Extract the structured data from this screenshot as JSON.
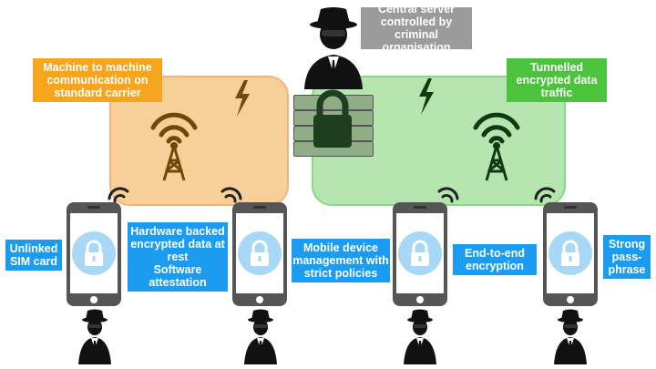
{
  "server_label": [
    "Central server",
    "controlled by",
    "criminal organisation"
  ],
  "carrier_label": [
    "Machine to machine",
    "communication on",
    "standard carrier"
  ],
  "tunnel_label": [
    "Tunnelled",
    "encrypted data",
    "traffic"
  ],
  "phone_labels": [
    [
      "Unlinked",
      "SIM card"
    ],
    [
      "Hardware backed",
      "encrypted data at",
      "rest",
      "Software",
      "attestation"
    ],
    [
      "Mobile device",
      "management with",
      "strict policies"
    ],
    [
      "End-to-end",
      "encryption"
    ],
    [
      "Strong",
      "pass-",
      "phrase"
    ]
  ],
  "colors": {
    "carrier_region": "#f8cf98",
    "tunnel_region": "#b6e6b0",
    "carrier_label_bg": "#f7a51c",
    "tunnel_label_bg": "#4bc33c",
    "server_label_bg": "#9b9b9b",
    "feature_label_bg": "#1b9cf0"
  }
}
